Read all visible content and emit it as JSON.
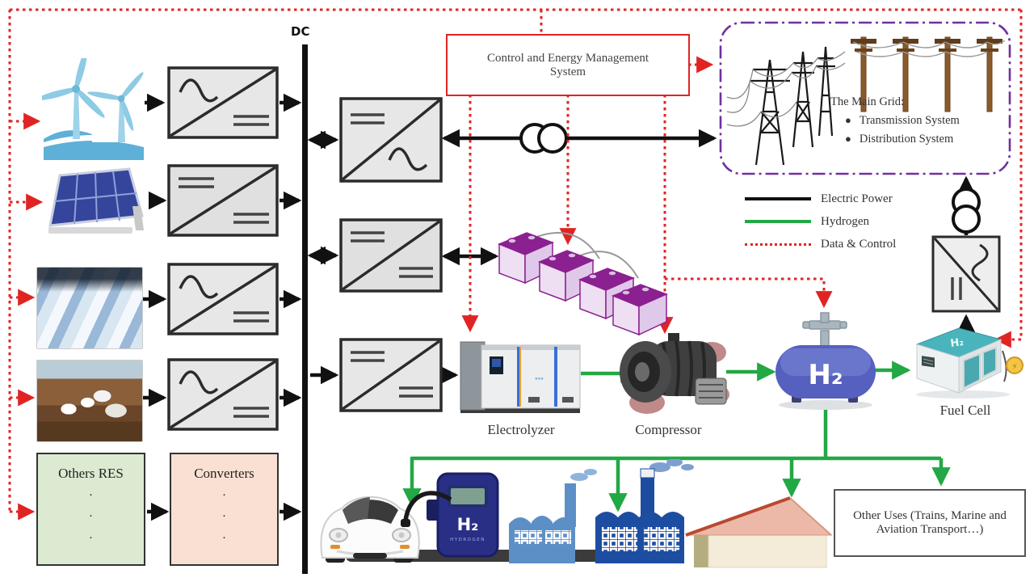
{
  "bus": {
    "label": "DC"
  },
  "control_box": {
    "line1": "Control and Energy Management",
    "line2": "System",
    "border_color": "#e02424"
  },
  "main_grid": {
    "title": "The Main Grid:",
    "bullet1": "Transmission System",
    "bullet2": "Distribution System",
    "border_color": "#7030a0"
  },
  "legend": {
    "electric": {
      "label": "Electric Power",
      "color": "#111111",
      "style": "solid"
    },
    "hydrogen": {
      "label": "Hydrogen",
      "color": "#22a844",
      "style": "solid"
    },
    "data": {
      "label": "Data & Control",
      "color": "#e02424",
      "style": "dotted"
    }
  },
  "sources": {
    "wind_icon": "wind-turbines-icon",
    "solar_icon": "solar-panel-icon",
    "hydro_icon": "hydro-dam-photo",
    "geothermal_icon": "geothermal-plant-photo",
    "others_res": {
      "label": "Others RES",
      "dots": "·\n·\n·"
    }
  },
  "converters_box": {
    "label": "Converters",
    "dots": "·\n·\n·"
  },
  "components": {
    "electrolyzer": {
      "label": "Electrolyzer"
    },
    "compressor": {
      "label": "Compressor"
    },
    "h2_tank": {
      "label": "H₂"
    },
    "fuel_cell": {
      "label": "Fuel Cell",
      "top_label": "H₂"
    },
    "h2_station": {
      "label": "H₂",
      "sub_label": "HYDROGEN"
    },
    "other_uses": {
      "label": "Other Uses (Trains, Marine and Aviation Transport…)"
    }
  }
}
